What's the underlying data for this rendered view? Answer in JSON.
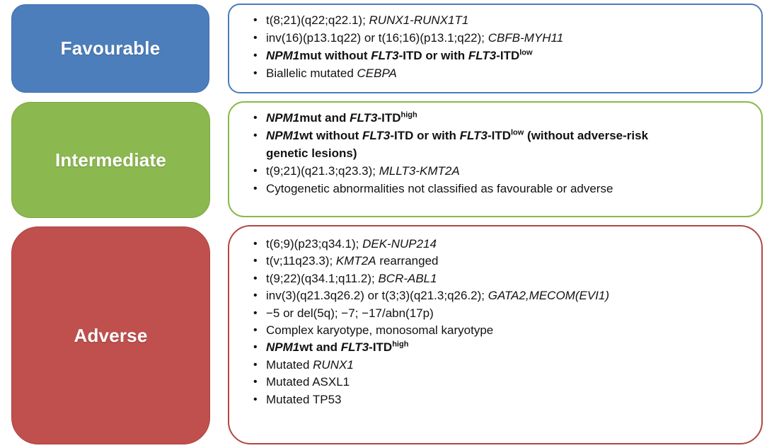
{
  "diagram": {
    "categories": [
      {
        "label": "Favourable",
        "fill": "#4d7ebc",
        "fill_border": "#3d6ca9",
        "box_border": "#4a7cba",
        "items": [
          [
            [
              {
                "t": "t(8;21)(q22;q22.1); "
              },
              {
                "t": "RUNX1-RUNX1T1",
                "s": "i"
              }
            ]
          ],
          [
            [
              {
                "t": "inv(16)(p13.1q22) or t(16;16)(p13.1;q22); "
              },
              {
                "t": "CBFB-MYH11",
                "s": "i"
              }
            ]
          ],
          [
            [
              {
                "t": "NPM1",
                "s": "bi"
              },
              {
                "t": "mut without ",
                "s": "b"
              },
              {
                "t": "FLT3",
                "s": "bi"
              },
              {
                "t": "-ITD or with ",
                "s": "b"
              },
              {
                "t": "FLT3",
                "s": "bi"
              },
              {
                "t": "-ITD",
                "s": "b"
              },
              {
                "t": "low",
                "s": "bsup"
              }
            ]
          ],
          [
            [
              {
                "t": "Biallelic mutated "
              },
              {
                "t": "CEBPA",
                "s": "i"
              }
            ]
          ]
        ]
      },
      {
        "label": "Intermediate",
        "fill": "#8cb850",
        "fill_border": "#7aa63e",
        "box_border": "#8ab944",
        "items": [
          [
            [
              {
                "t": "NPM1",
                "s": "bi"
              },
              {
                "t": "mut and ",
                "s": "b"
              },
              {
                "t": "FLT3",
                "s": "bi"
              },
              {
                "t": "-ITD",
                "s": "b"
              },
              {
                "t": "high",
                "s": "bsup"
              }
            ]
          ],
          [
            [
              {
                "t": "NPM1",
                "s": "bi"
              },
              {
                "t": "wt without ",
                "s": "b"
              },
              {
                "t": "FLT3",
                "s": "bi"
              },
              {
                "t": "-ITD or with ",
                "s": "b"
              },
              {
                "t": "FLT3",
                "s": "bi"
              },
              {
                "t": "-ITD",
                "s": "b"
              },
              {
                "t": "low",
                "s": "bsup"
              },
              {
                "t": " (without adverse-risk",
                "s": "b"
              }
            ],
            [
              {
                "t": "genetic lesions)",
                "s": "b"
              }
            ]
          ],
          [
            [
              {
                "t": "t(9;21)(q21.3;q23.3); "
              },
              {
                "t": "MLLT3-KMT2A",
                "s": "i"
              }
            ]
          ],
          [
            [
              {
                "t": "Cytogenetic abnormalities not classified as favourable or adverse"
              }
            ]
          ]
        ]
      },
      {
        "label": "Adverse",
        "fill": "#c0504d",
        "fill_border": "#a8423f",
        "box_border": "#b24744",
        "items": [
          [
            [
              {
                "t": "t(6;9)(p23;q34.1); "
              },
              {
                "t": "DEK-NUP214",
                "s": "i"
              }
            ]
          ],
          [
            [
              {
                "t": "t(v;11q23.3); "
              },
              {
                "t": "KMT2A",
                "s": "i"
              },
              {
                "t": " rearranged"
              }
            ]
          ],
          [
            [
              {
                "t": "t(9;22)(q34.1;q11.2); "
              },
              {
                "t": "BCR-ABL1",
                "s": "i"
              }
            ]
          ],
          [
            [
              {
                "t": "inv(3)(q21.3q26.2) or t(3;3)(q21.3;q26.2); "
              },
              {
                "t": "GATA2,MECOM(EVI1)",
                "s": "i"
              }
            ]
          ],
          [
            [
              {
                "t": "−5 or del(5q); −7; −17/abn(17p)"
              }
            ]
          ],
          [
            [
              {
                "t": "Complex karyotype, monosomal karyotype"
              }
            ]
          ],
          [
            [
              {
                "t": "NPM1",
                "s": "bi"
              },
              {
                "t": "wt and ",
                "s": "b"
              },
              {
                "t": "FLT3",
                "s": "bi"
              },
              {
                "t": "-ITD",
                "s": "b"
              },
              {
                "t": "high",
                "s": "bsup"
              }
            ]
          ],
          [
            [
              {
                "t": "Mutated "
              },
              {
                "t": "RUNX1",
                "s": "i"
              }
            ]
          ],
          [
            [
              {
                "t": "Mutated ASXL1"
              }
            ]
          ],
          [
            [
              {
                "t": "Mutated TP53"
              }
            ]
          ]
        ]
      }
    ],
    "bullet_glyph": "•"
  }
}
